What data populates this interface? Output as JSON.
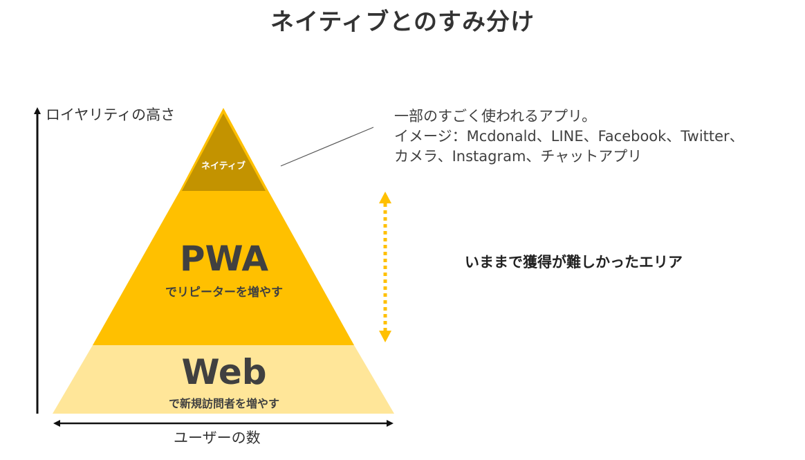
{
  "title": "ネイティブとのすみ分け",
  "axes": {
    "y_label": "ロイヤリティの高さ",
    "x_label": "ユーザーの数"
  },
  "pyramid": {
    "native": {
      "name": "ネイティブ",
      "color": "#C39300"
    },
    "pwa": {
      "name": "PWA",
      "sub": "でリピーターを増やす",
      "color": "#FFC000"
    },
    "web": {
      "name": "Web",
      "sub": "で新規訪問者を増やす",
      "color": "#FFE699"
    }
  },
  "note": {
    "lines": [
      "一部のすごく使われるアプリ。",
      "イメージ：Mcdonald、LINE、Facebook、Twitter、",
      "カメラ、Instagram、チャットアプリ"
    ]
  },
  "hard_area": {
    "text": "いままで獲得が難しかったエリア",
    "arrow_color": "#FFC000"
  }
}
